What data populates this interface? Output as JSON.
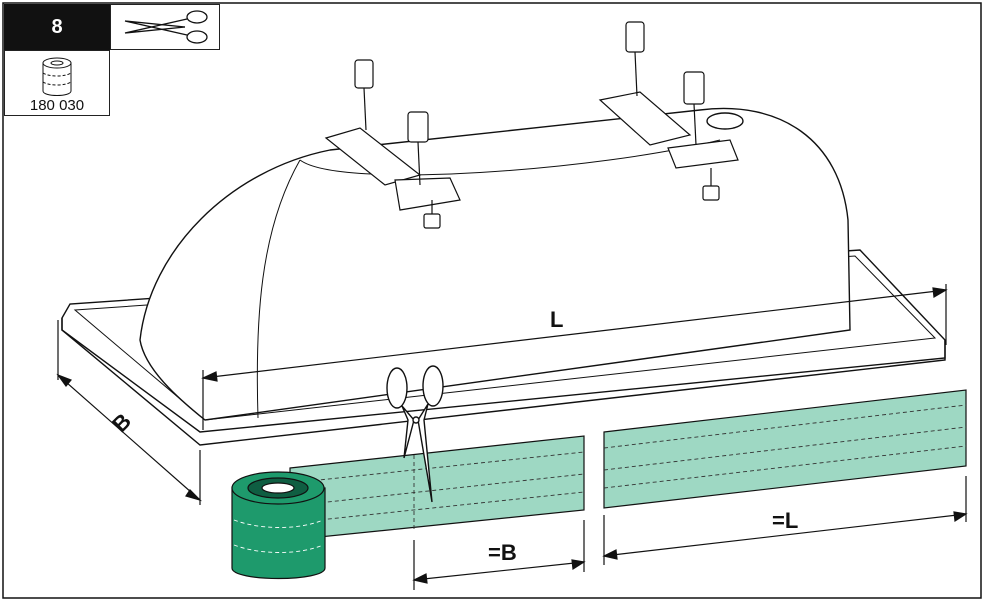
{
  "step": {
    "number": "8"
  },
  "tape_part": {
    "number": "180 030"
  },
  "dimensions": {
    "length_label": "L",
    "width_label": "B",
    "cut_width_label": "=B",
    "cut_length_label": "=L"
  },
  "icons": [
    "scissors-icon",
    "tape-roll-icon"
  ],
  "colors": {
    "tape": "#9ed8c3",
    "tape_dark": "#1e9a6c",
    "line": "#111111"
  }
}
